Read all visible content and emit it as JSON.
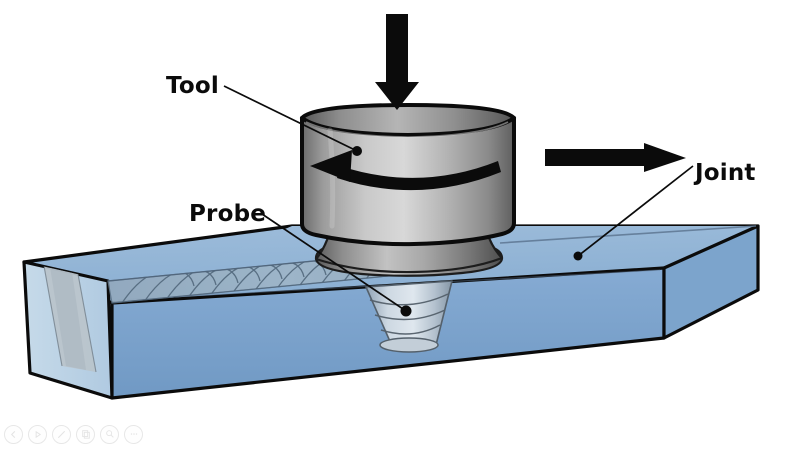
{
  "figure": {
    "title": "Friction stir welding process schematic",
    "background_color": "#ffffff",
    "labels": {
      "tool": "Tool",
      "probe": "Probe",
      "joint": "Joint"
    },
    "arrows": {
      "downward_force": "downward-force-arrow",
      "traverse_direction": "traverse-direction-arrow",
      "rotation": "rotation-arrow"
    },
    "colors": {
      "plate_top": "#8fb2d4",
      "plate_front": "#7aa3cd",
      "plate_left": "#bcd3e8",
      "nugget": "#b9c4cb",
      "tool_light": "#d2d2d2",
      "tool_mid": "#9a9a9a",
      "tool_dark": "#5e5e5e",
      "outline": "#0b0b0b",
      "label_text": "#0b0b0b",
      "arrow": "#0b0b0b"
    }
  },
  "toolbar": {
    "items": [
      {
        "name": "previous-button",
        "icon": "chevron-left-icon"
      },
      {
        "name": "play-button",
        "icon": "play-icon"
      },
      {
        "name": "block-button",
        "icon": "slash-circle-icon"
      },
      {
        "name": "copy-button",
        "icon": "copy-icon"
      },
      {
        "name": "zoom-button",
        "icon": "magnifier-icon"
      },
      {
        "name": "more-button",
        "icon": "ellipsis-icon"
      }
    ]
  }
}
